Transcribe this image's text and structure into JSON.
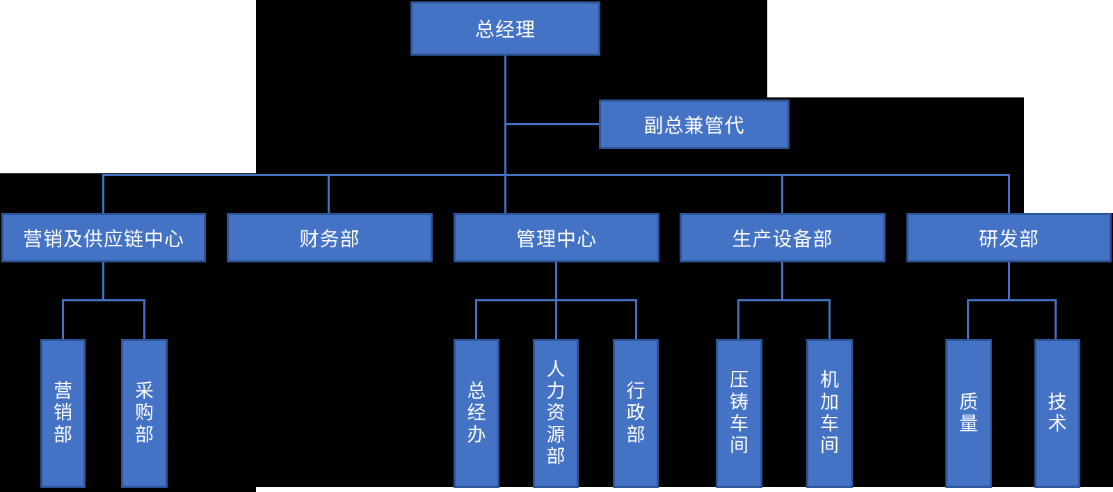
{
  "colors": {
    "node_fill": "#4472C4",
    "node_border": "#2E5597",
    "connector": "#4472C4",
    "text": "#FFFFFF",
    "background": "#000000",
    "canvas_white": "#FFFFFF"
  },
  "org": {
    "root": {
      "label": "总经理"
    },
    "assistant": {
      "label": "副总兼管代"
    },
    "departments": [
      {
        "label": "营销及供应链中心",
        "children": [
          {
            "label": "营销部"
          },
          {
            "label": "采购部"
          }
        ]
      },
      {
        "label": "财务部",
        "children": []
      },
      {
        "label": "管理中心",
        "children": [
          {
            "label": "总经办"
          },
          {
            "label": "人力资源部"
          },
          {
            "label": "行政部"
          }
        ]
      },
      {
        "label": "生产设备部",
        "children": [
          {
            "label": "压铸车间"
          },
          {
            "label": "机加车间"
          }
        ]
      },
      {
        "label": "研发部",
        "children": [
          {
            "label": "质量"
          },
          {
            "label": "技术"
          }
        ]
      }
    ]
  }
}
